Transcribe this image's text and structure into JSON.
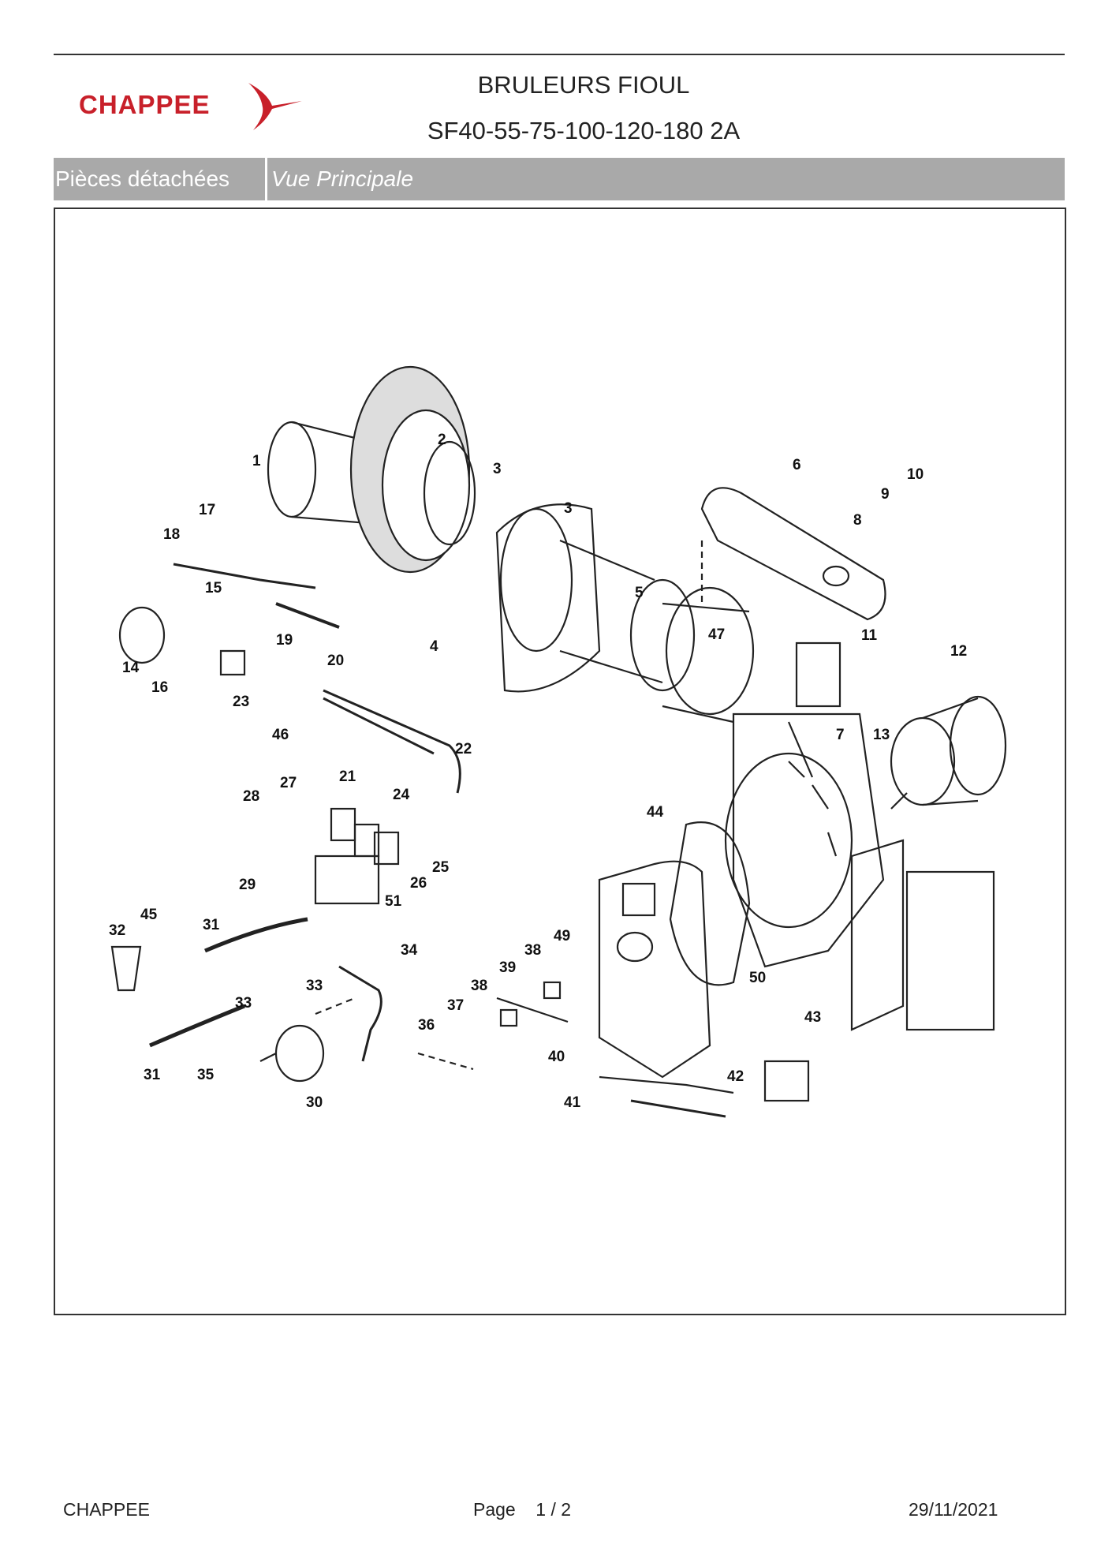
{
  "brand": {
    "logo_text": "CHAPPEE",
    "accent": "#c8202a"
  },
  "header": {
    "title": "BRULEURS FIOUL",
    "subtitle": "SF40-55-75-100-120-180 2A"
  },
  "section_bar": {
    "left": "Pièces détachées",
    "right": "Vue Principale",
    "color": "#a9a9a9"
  },
  "diagram": {
    "part_callouts": [
      "1",
      "2",
      "3",
      "3",
      "4",
      "5",
      "6",
      "7",
      "8",
      "9",
      "10",
      "11",
      "12",
      "13",
      "14",
      "15",
      "16",
      "17",
      "18",
      "19",
      "20",
      "21",
      "22",
      "23",
      "24",
      "25",
      "26",
      "27",
      "28",
      "29",
      "30",
      "31",
      "31",
      "32",
      "33",
      "33",
      "34",
      "35",
      "36",
      "37",
      "38",
      "38",
      "39",
      "40",
      "41",
      "42",
      "43",
      "44",
      "45",
      "46",
      "47",
      "49",
      "50",
      "51"
    ]
  },
  "footer": {
    "company": "CHAPPEE",
    "page_label": "Page",
    "page_current": "1",
    "page_separator": "/",
    "page_total": "2",
    "date": "29/11/2021"
  }
}
